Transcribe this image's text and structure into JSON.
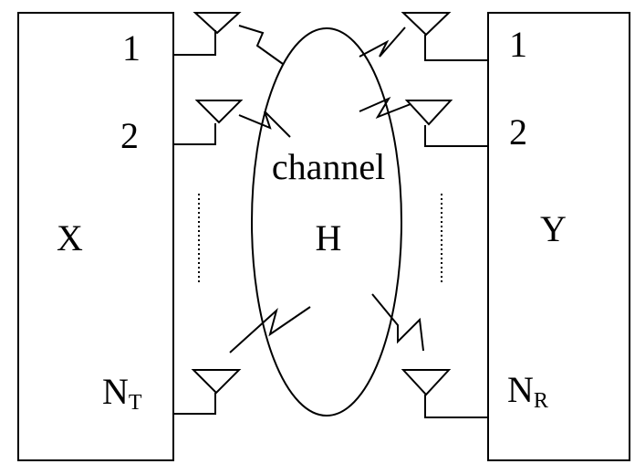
{
  "transmitter": {
    "block_label": "X",
    "antenna_labels": [
      "1",
      "2"
    ],
    "last_antenna_label": {
      "main": "N",
      "subscript": "T"
    }
  },
  "receiver": {
    "block_label": "Y",
    "antenna_labels": [
      "1",
      "2"
    ],
    "last_antenna_label": {
      "main": "N",
      "subscript": "R"
    }
  },
  "channel": {
    "label": "channel",
    "matrix_label": "H"
  },
  "colors": {
    "stroke": "#000000",
    "background": "#ffffff"
  }
}
